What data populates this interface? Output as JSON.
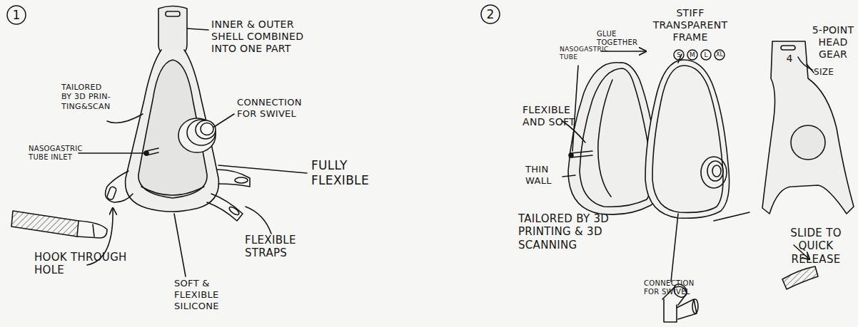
{
  "diagram": {
    "nodes": [
      {
        "text": [
          "1"
        ]
      },
      {
        "text": [
          "2"
        ]
      },
      {
        "text": [
          "S"
        ]
      },
      {
        "text": [
          "M"
        ]
      },
      {
        "text": [
          "L"
        ]
      },
      {
        "text": [
          "XL"
        ]
      }
    ],
    "labels": [
      "INNER & OUTER SHELL COMBINED INTO ONE PART",
      "TAILORED BY 3D PRIN- TING&SCAN",
      "CONNECTION FOR SWIVEL",
      "NASOGASTRIC TUBE INLET",
      "FULLY FLEXIBLE",
      "HOOK THROUGH HOLE",
      "FLEXIBLE STRAPS",
      "SOFT & FLEXIBLE SILICONE",
      "STIFF TRANSPARENT FRAME",
      "GLUE TOGETHER",
      "NASOGASTRIC TUBE",
      "5-POINT HEAD GEAR",
      "4",
      "SIZE",
      "FLEXIBLE AND SOFT",
      "THIN WALL",
      "TAILORED BY 3D PRINTING & 3D SCANNING",
      "SLIDE TO QUICK RELEASE",
      "CONNECTION FOR SWIVEL"
    ]
  }
}
